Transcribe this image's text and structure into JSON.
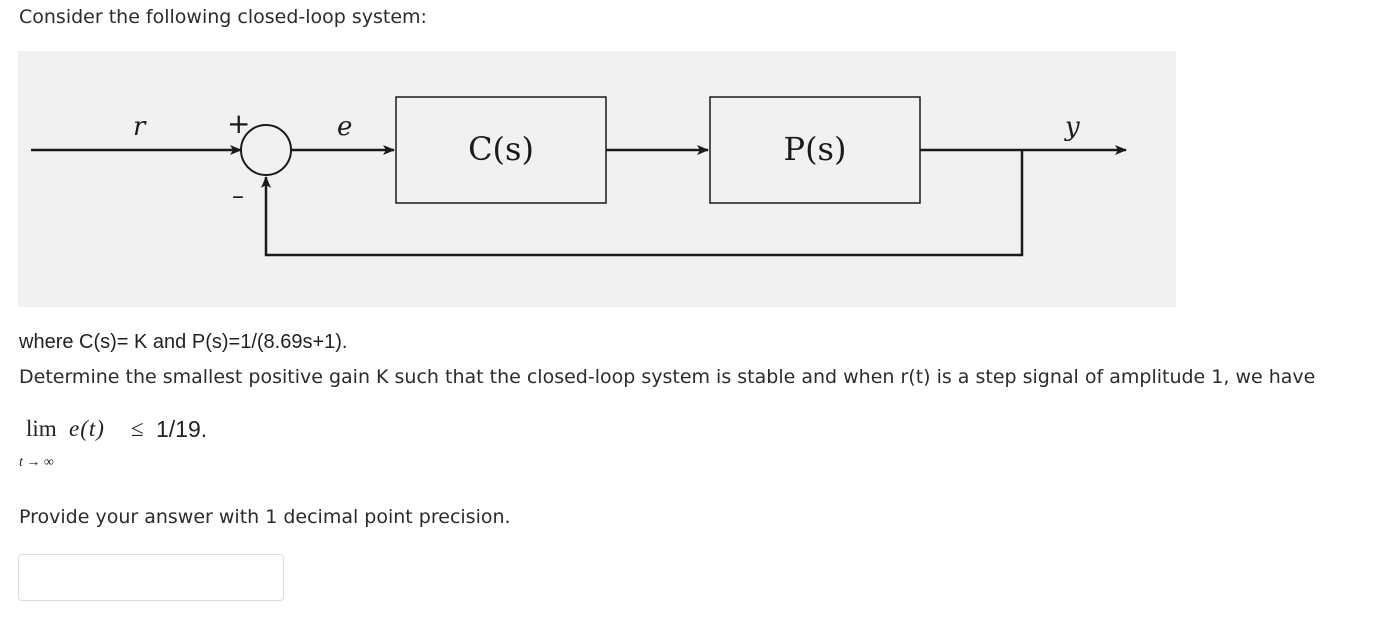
{
  "intro": "Consider the following closed-loop system:",
  "diagram": {
    "signals": {
      "reference": "r",
      "error": "e",
      "output": "y",
      "plus_sign": "+",
      "minus_sign": "–"
    },
    "blocks": {
      "controller": "C(s)",
      "plant": "P(s)"
    }
  },
  "definition": "where C(s)= K and P(s)=1/(8.69s+1).",
  "question": "Determine the smallest positive gain K such that the closed-loop system is stable and when r(t) is a step signal of amplitude 1, we have",
  "limit": {
    "operator": "lim",
    "expression": "e(t)",
    "relation": "≤",
    "bound": "1/19.",
    "subscript_var": "t",
    "subscript_arrow": "→",
    "subscript_target": "∞"
  },
  "instruction": "Provide your answer with 1 decimal point precision.",
  "answer": {
    "value": "",
    "placeholder": ""
  }
}
